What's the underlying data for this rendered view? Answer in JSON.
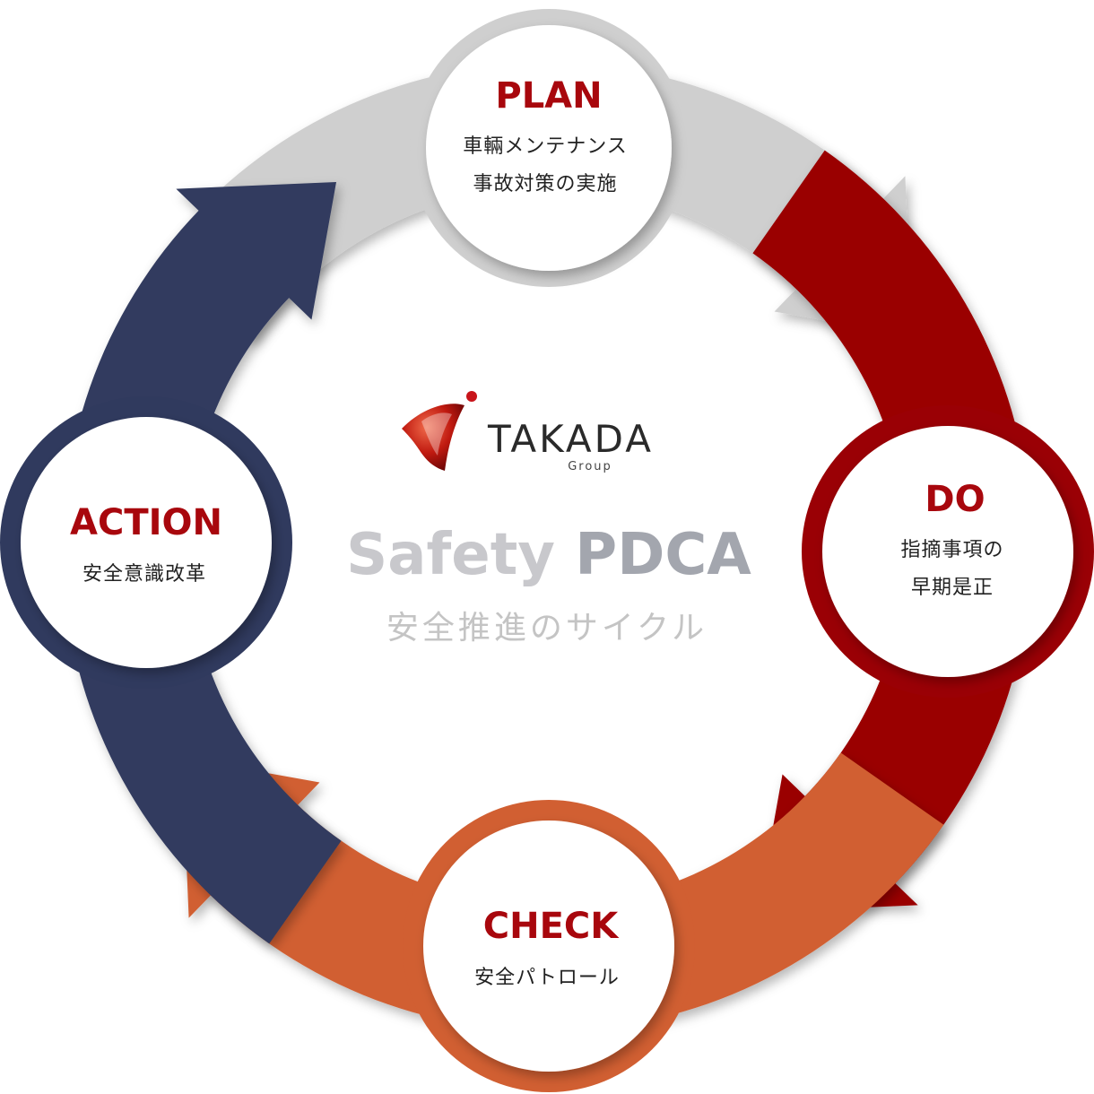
{
  "logo": {
    "brand": "TAKADA",
    "sub": "Group"
  },
  "center": {
    "title_light": "Safety",
    "title_dark": "PDCA",
    "subtitle": "安全推進のサイクル"
  },
  "nodes": {
    "plan": {
      "title": "PLAN",
      "line1": "車輛メンテナンス",
      "line2": "事故対策の実施"
    },
    "do": {
      "title": "DO",
      "line1": "指摘事項の",
      "line2": "早期是正"
    },
    "check": {
      "title": "CHECK",
      "line1": "安全パトロール"
    },
    "action": {
      "title": "ACTION",
      "line1": "安全意識改革"
    }
  },
  "colors": {
    "plan": "#cfcfcf",
    "do": "#9a0005",
    "check": "#d15f32",
    "action": "#303a5e",
    "title_red": "#a8070d",
    "text": "#222222",
    "center_light": "#c8c8cc",
    "center_dark": "#a3a6ae",
    "center_sub": "#c4c4c4"
  }
}
